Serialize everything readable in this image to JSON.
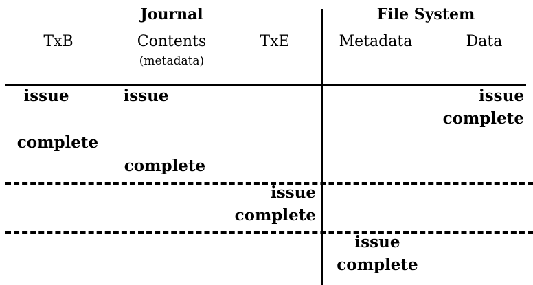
{
  "table": {
    "groups": [
      {
        "id": "journal",
        "label": "Journal"
      },
      {
        "id": "filesystem",
        "label": "File System"
      }
    ],
    "columns": [
      {
        "id": "txb",
        "label": "TxB",
        "sublabel": ""
      },
      {
        "id": "contents",
        "label": "Contents",
        "sublabel": "(metadata)"
      },
      {
        "id": "txe",
        "label": "TxE",
        "sublabel": ""
      },
      {
        "id": "metadata",
        "label": "Metadata",
        "sublabel": ""
      },
      {
        "id": "data",
        "label": "Data",
        "sublabel": ""
      }
    ],
    "cells": {
      "txb": {
        "issue": "issue",
        "complete": "complete"
      },
      "contents": {
        "issue": "issue",
        "complete": "complete"
      },
      "txe": {
        "issue": "issue",
        "complete": "complete"
      },
      "metadata": {
        "issue": "issue",
        "complete": "complete"
      },
      "data": {
        "issue": "issue",
        "complete": "complete"
      }
    },
    "rules": {
      "header_separator": "solid",
      "row_separator_1": "dashed",
      "row_separator_2": "dashed",
      "group_separator": "vertical-solid"
    },
    "colors": {
      "text": "#000000",
      "rule": "#000000",
      "background": "#ffffff"
    }
  }
}
